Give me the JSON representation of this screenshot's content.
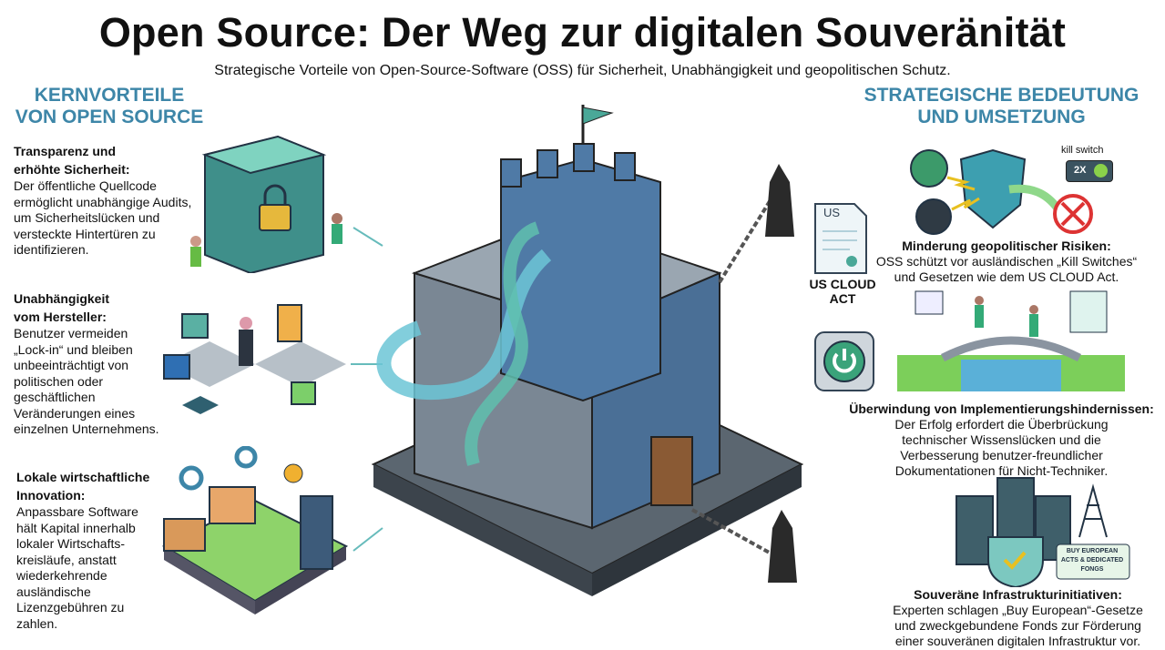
{
  "header": {
    "title": "Open Source: Der Weg zur digitalen Souveränität",
    "subtitle": "Strategische Vorteile von Open-Source-Software (OSS) für Sicherheit, Unabhängigkeit und geopolitischen Schutz."
  },
  "left": {
    "heading_line1": "KERNVORTEILE",
    "heading_line2": "VON OPEN SOURCE",
    "items": [
      {
        "title": "Transparenz und erhöhte Sicherheit:",
        "text": "Der öffentliche Quellcode ermöglicht unabhängige Audits, um Sicherheitslücken und versteckte Hintertüren zu identifizieren."
      },
      {
        "title": "Unabhängigkeit vom Hersteller:",
        "text": "Benutzer vermeiden „Lock-in“ und bleiben unbeeinträchtigt von politischen oder geschäftlichen Veränderungen eines einzelnen Unternehmens."
      },
      {
        "title": "Lokale wirtschaftliche Innovation:",
        "text": "Anpassbare Software hält Kapital innerhalb lokaler Wirtschafts-kreisläufe, anstatt wiederkehrende ausländische Lizenzgebühren zu zahlen."
      }
    ]
  },
  "center": {
    "us_doc_label": "US",
    "us_cloud_act_label": "US CLOUD ACT"
  },
  "right": {
    "heading_line1": "STRATEGISCHE BEDEUTUNG",
    "heading_line2": "UND UMSETZUNG",
    "kill_switch_label": "kill switch",
    "kill_switch_value": "2X",
    "buy_european_tag": "BUY EUROPEAN ACTS & DEDICATED FONGS",
    "items": [
      {
        "title": "Minderung geopolitischer Risiken:",
        "text": "OSS schützt vor ausländischen „Kill Switches“ und Gesetzen wie dem US CLOUD Act."
      },
      {
        "title": "Überwindung von Implementierungshindernissen:",
        "text": "Der Erfolg erfordert die Überbrückung technischer Wissenslücken und die Verbesserung benutzer-freundlicher Dokumentationen für Nicht-Techniker."
      },
      {
        "title": "Souveräne Infrastrukturinitiativen:",
        "text": "Experten schlagen „Buy European“-Gesetze und zweckgebundene Fonds zur Förderung einer souveränen digitalen Infrastruktur vor."
      }
    ]
  },
  "colors": {
    "accent": "#3d86a8",
    "castle": "#4a6f96",
    "stone": "#7d8a96",
    "teal": "#5fb7a8"
  }
}
